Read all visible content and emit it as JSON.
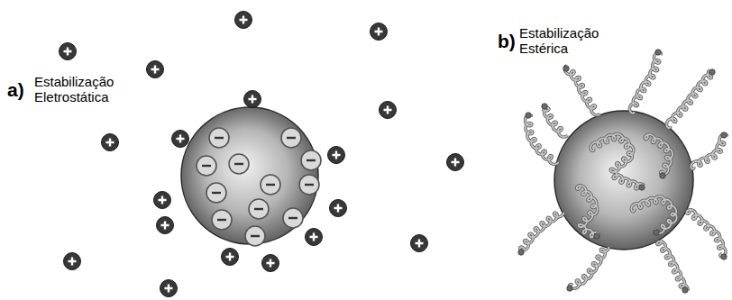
{
  "diagram": {
    "labels": [
      "a)",
      "Estabilização Eletrostática",
      "b)",
      "Estabilização Estérica"
    ]
  }
}
